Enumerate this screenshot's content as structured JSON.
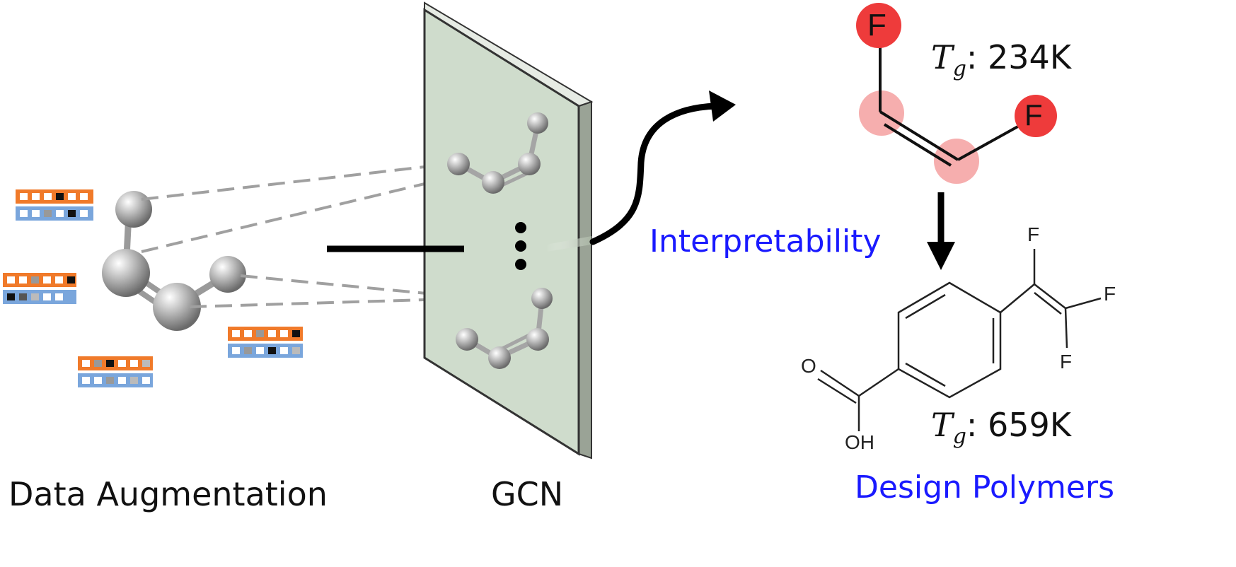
{
  "labels": {
    "data_augmentation": "Data Augmentation",
    "gcn": "GCN",
    "interpretability": "Interpretability",
    "design_polymers": "Design Polymers"
  },
  "tg_top": {
    "symbol": "T",
    "subscript": "g",
    "value": ": 234K"
  },
  "tg_bottom": {
    "symbol": "T",
    "subscript": "g",
    "value": ": 659K"
  },
  "atoms": {
    "fluorine": "F",
    "hydroxyl": "OH",
    "oxygen": "O"
  },
  "colors": {
    "feature_orange": "#f07a2a",
    "feature_blue": "#7aa6dc",
    "panel_fill": "#cfdccc",
    "label_blue": "#1a1aff",
    "highlight_red": "#ee3b3b",
    "highlight_pink": "#f4a0a0"
  },
  "icons": [
    "arrow-right-curved-icon",
    "arrow-down-icon",
    "ellipsis-vertical-icon"
  ]
}
